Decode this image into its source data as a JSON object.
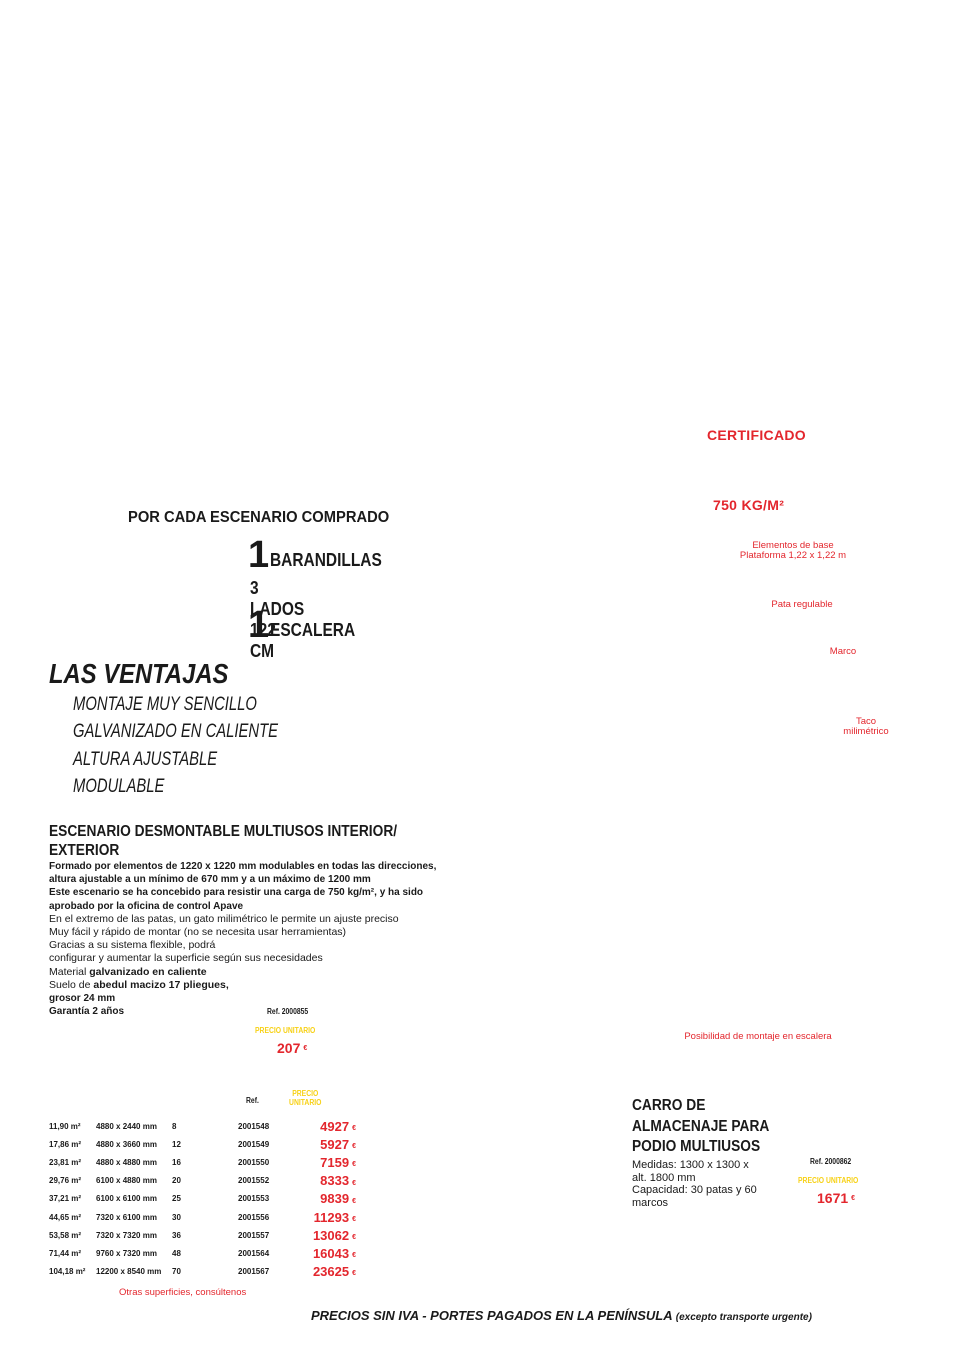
{
  "certification": {
    "title": "CERTIFICADO",
    "load": "750 KG/M²",
    "base_elements_line1": "Elementos de base",
    "base_elements_line2": "Plataforma 1,22 x 1,22 m",
    "leg": "Pata regulable",
    "frame": "Marco",
    "block_line1": "Taco",
    "block_line2": "milimétrico",
    "stairs_note": "Posibilidad de montaje en escalera"
  },
  "promo": {
    "heading": "POR CADA ESCENARIO COMPRADO",
    "item1_qty": "1",
    "item1_line1": "BARANDILLAS",
    "item1_line2": "3 LADOS 122 CM",
    "item2_qty": "1",
    "item2_line1": "ESCALERA"
  },
  "advantages": {
    "title": "LAS VENTAJAS",
    "items": [
      "MONTAJE MUY SENCILLO",
      "GALVANIZADO EN CALIENTE",
      "ALTURA AJUSTABLE",
      "MODULABLE"
    ]
  },
  "product": {
    "title_line1": "ESCENARIO DESMONTABLE MULTIUSOS INTERIOR/",
    "title_line2": "EXTERIOR",
    "bold_lines": [
      "Formado por elementos de 1220 x 1220 mm modulables en todas las direcciones,",
      "altura ajustable a un mínimo de 670 mm y a un máximo de 1200 mm",
      "Este escenario se ha concebido para resistir una carga de 750 kg/m², y ha sido",
      "aprobado por la oficina de control Apave"
    ],
    "lines": [
      "En el extremo de las patas, un gato milimétrico le permite un ajuste preciso",
      "Muy fácil y rápido de montar (no se necesita usar herramientas)",
      "Gracias a su sistema flexible, podrá",
      "configurar y aumentar la superficie según sus necesidades"
    ],
    "material_label": "Material ",
    "material_value": "galvanizado en caliente",
    "floor_label": "Suelo de ",
    "floor_value": "abedul macizo 17 pliegues,",
    "thickness": "grosor 24 mm",
    "warranty": "Garantía 2 años",
    "ref": "Ref. 2000855",
    "unit_price_label": "PRECIO UNITARIO",
    "price": "207",
    "currency": "€"
  },
  "table": {
    "ref_header": "Ref.",
    "price_header_line1": "PRECIO",
    "price_header_line2": "UNITARIO",
    "currency": "€",
    "rows": [
      {
        "area": "11,90 m²",
        "size": "4880 x 2440 mm",
        "qty": "8",
        "ref": "2001548",
        "price": "4927"
      },
      {
        "area": "17,86 m²",
        "size": "4880 x 3660 mm",
        "qty": "12",
        "ref": "2001549",
        "price": "5927"
      },
      {
        "area": "23,81 m²",
        "size": "4880 x 4880 mm",
        "qty": "16",
        "ref": "2001550",
        "price": "7159"
      },
      {
        "area": "29,76 m²",
        "size": "6100 x 4880 mm",
        "qty": "20",
        "ref": "2001552",
        "price": "8333"
      },
      {
        "area": "37,21 m²",
        "size": "6100 x 6100 mm",
        "qty": "25",
        "ref": "2001553",
        "price": "9839"
      },
      {
        "area": "44,65 m²",
        "size": "7320 x 6100 mm",
        "qty": "30",
        "ref": "2001556",
        "price": "11293"
      },
      {
        "area": "53,58 m²",
        "size": "7320 x 7320 mm",
        "qty": "36",
        "ref": "2001557",
        "price": "13062"
      },
      {
        "area": "71,44 m²",
        "size": "9760 x 7320 mm",
        "qty": "48",
        "ref": "2001564",
        "price": "16043"
      },
      {
        "area": "104,18 m²",
        "size": "12200 x 8540 mm",
        "qty": "70",
        "ref": "2001567",
        "price": "23625"
      }
    ],
    "note": "Otras superficies, consúltenos"
  },
  "carro": {
    "title_line1": "CARRO DE",
    "title_line2": "ALMACENAJE PARA",
    "title_line3": "PODIO MULTIUSOS",
    "desc_line1": "Medidas: 1300 x 1300 x",
    "desc_line2": "alt. 1800 mm",
    "desc_line3": "Capacidad: 30 patas y 60",
    "desc_line4": "marcos",
    "ref": "Ref. 2000862",
    "unit_price_label": "PRECIO UNITARIO",
    "price": "1671",
    "currency": "€"
  },
  "footer": {
    "main": "PRECIOS SIN IVA - PORTES PAGADOS EN LA PENÍNSULA",
    "note": "(excepto transporte urgente)"
  },
  "colors": {
    "red": "#e3262d",
    "yellow": "#f7d117",
    "text": "#1a1a1a"
  }
}
